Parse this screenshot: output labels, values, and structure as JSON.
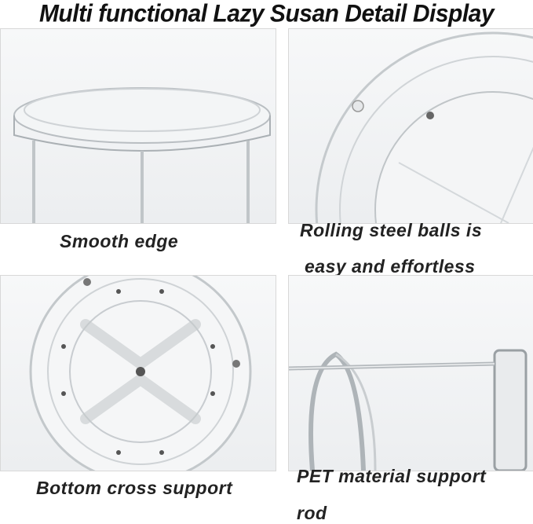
{
  "title": "Multi functional Lazy Susan Detail Display",
  "panels": [
    {
      "caption": "Smooth edge"
    },
    {
      "caption_line1": "Rolling steel balls is",
      "caption_line2": "easy and effortless"
    },
    {
      "caption": "Bottom cross support"
    },
    {
      "caption_line1": "PET material support",
      "caption_line2": "rod"
    }
  ]
}
